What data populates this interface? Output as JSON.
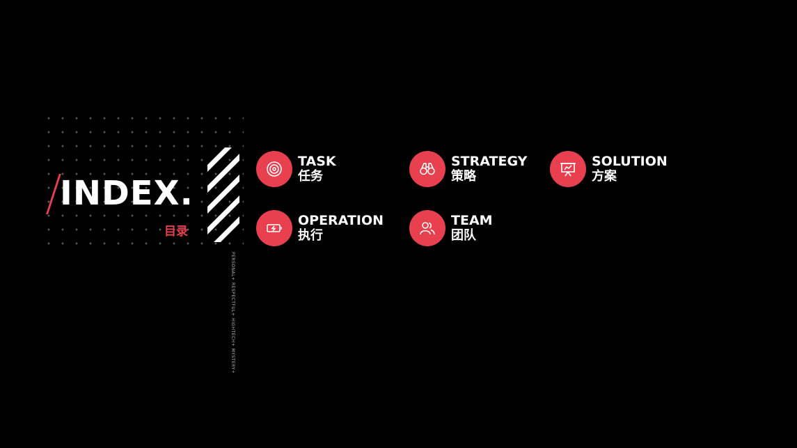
{
  "title": {
    "text": "INDEX.",
    "subtitle": "目录",
    "vertical_text": "PERSONAL+ RESPECTFUL+ HIGHTECH+ MYSTERY+"
  },
  "items": [
    {
      "en": "TASK",
      "cn": "任务",
      "icon": "target-icon"
    },
    {
      "en": "STRATEGY",
      "cn": "策略",
      "icon": "binoculars-icon"
    },
    {
      "en": "SOLUTION",
      "cn": "方案",
      "icon": "presentation-icon"
    },
    {
      "en": "OPERATION",
      "cn": "执行",
      "icon": "battery-icon"
    },
    {
      "en": "TEAM",
      "cn": "团队",
      "icon": "users-icon"
    }
  ],
  "colors": {
    "accent": "#e8404f",
    "background": "#000000"
  }
}
